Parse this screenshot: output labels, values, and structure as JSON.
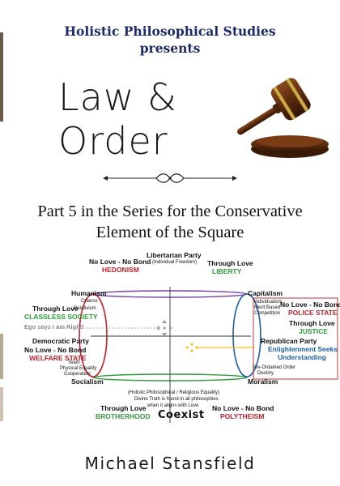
{
  "header": {
    "publisher_line1": "Holistic Philosophical Studies",
    "publisher_line2": "presents"
  },
  "title": {
    "line1": "Law &",
    "line2": "Order"
  },
  "subtitle": {
    "line1": "Part 5 in the Series for the Conservative",
    "line2": "Element of the Square"
  },
  "diagram": {
    "top_left": {
      "line1": "No Love - No Bond",
      "line2": "HEDONISM"
    },
    "top_center": {
      "line1": "Libertarian Party",
      "line2": "(Individual Freedom)"
    },
    "top_right": {
      "line1": "Through Love",
      "line2": "LIBERTY"
    },
    "humanism": "Humanism",
    "chance": "Chance",
    "relativism": "Relativism",
    "through_love_classless": {
      "line1": "Through Love",
      "line2": "CLASSLESS SOCIETY"
    },
    "ego": "Ego says I am Right!",
    "democratic": "Democratic Party",
    "welfare": {
      "line1": "No Love - No Bond",
      "line2": "WELFARE STATE"
    },
    "team": {
      "line1": "Team",
      "line2": "Physical Equality",
      "line3": "Cooperation"
    },
    "socialism": "Socialism",
    "capitalism": "Capitalism",
    "individualism": {
      "line1": "Individualism",
      "line2": "Merit Based",
      "line3": "Competition"
    },
    "police_state": {
      "line1": "No Love - No Bond",
      "line2": "POLICE STATE"
    },
    "justice": {
      "line1": "Through Love",
      "line2": "JUSTICE"
    },
    "republican": "Republican Party",
    "enlightenment": {
      "line1": "Enlightenment Seeks",
      "line2": "Understanding"
    },
    "preordained": {
      "line1": "Pre-Ordained Order",
      "line2": "Destiny"
    },
    "moralism": "Moralism",
    "bottom_center": {
      "line1": "(Holistic Philosophical / Religious Equality)",
      "line2": "Divine Truth is found in all philosophies",
      "line3": "when it aligns with Love"
    },
    "coexist": "Coexist",
    "bottom_left": {
      "line1": "Through Love",
      "line2": "BROTHERHOOD"
    },
    "bottom_right": {
      "line1": "No Love - No Bond",
      "line2": "POLYTHEISM"
    },
    "colors": {
      "red": "#c0212b",
      "green": "#2f9a3a",
      "blue": "#1e5fa8",
      "purple": "#7a3fb0",
      "yellow": "#f2c21b"
    }
  },
  "author": "Michael Stansfield"
}
